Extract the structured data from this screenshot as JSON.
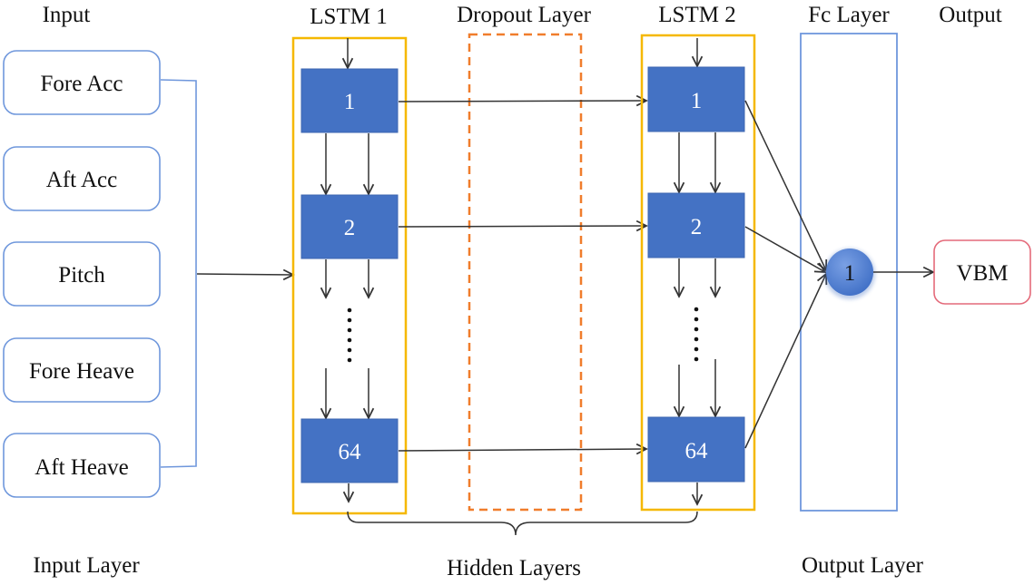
{
  "headers": {
    "input": "Input",
    "lstm1": "LSTM 1",
    "dropout": "Dropout Layer",
    "lstm2": "LSTM 2",
    "fc": "Fc Layer",
    "output": "Output"
  },
  "inputs": [
    "Fore Acc",
    "Aft Acc",
    "Pitch",
    "Fore Heave",
    "Aft Heave"
  ],
  "lstm1_units": [
    "1",
    "2",
    "64"
  ],
  "lstm2_units": [
    "1",
    "2",
    "64"
  ],
  "fc_node": "1",
  "output_node": "VBM",
  "footers": {
    "input_layer": "Input Layer",
    "hidden_layers": "Hidden Layers",
    "output_layer": "Output Layer"
  },
  "colors": {
    "input_border": "#6f97dc",
    "lstm_border": "#f5b800",
    "unit_fill": "#4472c4",
    "dropout_border": "#f07d2c",
    "fc_border": "#6f97dc",
    "node_fill": "#4f7fd0",
    "output_border": "#e46a7a"
  }
}
